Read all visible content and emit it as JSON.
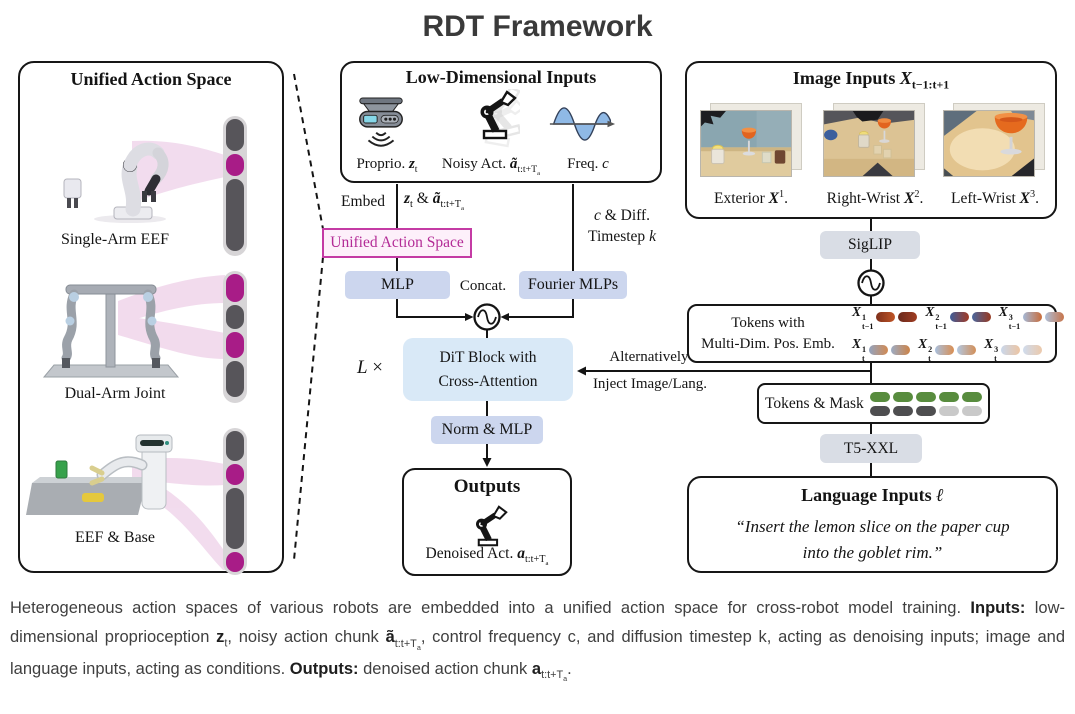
{
  "title": "RDT Framework",
  "colors": {
    "segment_dark": "#57555a",
    "segment_magenta": "#a81c87",
    "flow_pink": "#eac4e2",
    "unified_box_border": "#c43ba4",
    "mlp_box": "#ccd6ee",
    "dit_box": "#d9e9f7",
    "encoder_box": "#d9dde5",
    "mask_green": "#588c3e",
    "mask_dark": "#4e4e50",
    "mask_light": "#c9c9c9"
  },
  "icons": {
    "proprio": "dashcam-sensor-icon",
    "noisy_action": "noisy-robot-arm-icon",
    "frequency": "sine-wave-icon",
    "denoised_action": "robot-arm-icon",
    "concat_node": "sine-circle-icon",
    "pos_emb_node": "sine-circle-icon"
  },
  "left_panel": {
    "title": "Unified Action Space",
    "robots": [
      {
        "label": "Single-Arm EEF",
        "segments": [
          [
            "dark",
            32
          ],
          [
            "magenta",
            22
          ],
          [
            "dark",
            72
          ]
        ]
      },
      {
        "label": "Dual-Arm Joint",
        "segments": [
          [
            "magenta",
            28
          ],
          [
            "dark",
            24
          ],
          [
            "magenta",
            26
          ],
          [
            "dark",
            36
          ]
        ]
      },
      {
        "label": "EEF & Base",
        "segments": [
          [
            "dark",
            30
          ],
          [
            "magenta",
            21
          ],
          [
            "dark",
            61
          ],
          [
            "magenta",
            20
          ]
        ]
      }
    ]
  },
  "low_dim": {
    "title": "Low-Dimensional Inputs",
    "items": [
      {
        "icon": "dashcam-sensor-icon",
        "label_html": "Proprio. <b><i>z</i></b><sub>t</sub>"
      },
      {
        "icon": "noisy-robot-arm-icon",
        "label_html": "Noisy Act. <b><i>ã</i></b><sub>t:t+T<sub>a</sub></sub>"
      },
      {
        "icon": "sine-wave-icon",
        "label_html": "Freq. <i>c</i>"
      }
    ]
  },
  "mid": {
    "embed_label": "Embed",
    "zta_html": "<b><i>z</i></b><sub>t</sub> &amp; <b><i>ã</i></b><sub>t:t+T<sub>a</sub></sub>",
    "cdiff_html": "<i>c</i> &amp; Diff.<br>Timestep <i>k</i>",
    "uas_label": "Unified Action Space",
    "mlp": "MLP",
    "concat": "Concat.",
    "fourier": "Fourier MLPs",
    "dit_html": "DiT Block with<br>Cross-Attention",
    "lx_html": "<i>L</i> ×",
    "alt_line1": "Alternatively",
    "alt_line2": "Inject Image/Lang.",
    "norm": "Norm & MLP",
    "outputs_title": "Outputs",
    "denoised_html": "Denoised Act. <b><i>a</i></b><sub>t:t+T<sub>a</sub></sub>"
  },
  "images_panel": {
    "title_html": "Image Inputs <b><i>X</i></b><sub>t−1:t+1</sub>",
    "cameras": [
      {
        "label_html": "Exterior <b><i>X</i></b><sup>1</sup>.",
        "scene": "exterior"
      },
      {
        "label_html": "Right-Wrist <b><i>X</i></b><sup>2</sup>.",
        "scene": "right-wrist"
      },
      {
        "label_html": "Left-Wrist <b><i>X</i></b><sup>3</sup>.",
        "scene": "left-wrist"
      }
    ]
  },
  "right": {
    "siglip": "SigLIP",
    "tokens_label_html": "Tokens with<br>Multi-Dim. Pos. Emb.",
    "token_rows": [
      {
        "groups": [
          {
            "label_html": "<b><i>X</i></b><span class='ss'><span>1</span><span>t−1</span></span>",
            "pills": [
              [
                "#7e2f1b",
                "#c05526"
              ],
              [
                "#69291c",
                "#a03d22"
              ]
            ]
          },
          {
            "label_html": "<b><i>X</i></b><span class='ss'><span>2</span><span>t−1</span></span>",
            "pills": [
              [
                "#3f5d99",
                "#a23a24"
              ],
              [
                "#4a679f",
                "#98381f"
              ]
            ]
          },
          {
            "label_html": "<b><i>X</i></b><span class='ss'><span>3</span><span>t−1</span></span>",
            "pills": [
              [
                "#a4b8d6",
                "#c96c3a"
              ],
              [
                "#aec0da",
                "#c7744a"
              ]
            ]
          }
        ]
      },
      {
        "groups": [
          {
            "label_html": "<b><i>X</i></b><span class='ss'><span>1</span><span>t</span></span>",
            "pills": [
              [
                "#93a3bf",
                "#d28a52"
              ],
              [
                "#9cabc4",
                "#cd8347"
              ]
            ]
          },
          {
            "label_html": "<b><i>X</i></b><span class='ss'><span>2</span><span>t</span></span>",
            "pills": [
              [
                "#a9c0de",
                "#d98e52"
              ],
              [
                "#b2c7e1",
                "#d38f58"
              ]
            ]
          },
          {
            "label_html": "<b><i>X</i></b><span class='ss'><span>3</span><span>t</span></span>",
            "pills": [
              [
                "#c9d7eb",
                "#edc5a3"
              ],
              [
                "#cfdcee",
                "#ecc9ab"
              ]
            ]
          }
        ]
      }
    ],
    "mask_label": "Tokens & Mask",
    "mask_rows": [
      [
        "#588c3e",
        "#588c3e",
        "#588c3e",
        "#588c3e",
        "#588c3e"
      ],
      [
        "#4e4e50",
        "#4e4e50",
        "#4e4e50",
        "#c9c9c9",
        "#c9c9c9"
      ]
    ],
    "t5": "T5-XXL",
    "language_title_html": "Language Inputs <b><i>ℓ</i></b>",
    "quote_html": "“Insert the lemon slice on the paper cup<br>into the goblet rim.”"
  },
  "caption_html": "Heterogeneous action spaces of various robots are embedded into a unified action space for cross-robot model training. <b>Inputs:</b> low-dimensional proprioception <b>z</b><sub>t</sub>, noisy action chunk <b>ã</b><sub>t:t+T<sub>a</sub></sub>, control frequency c, and diffusion timestep k, acting as denoising inputs; image and language inputs, acting as conditions. <b>Outputs:</b> denoised action chunk <b>a</b><sub>t:t+T<sub>a</sub></sub>."
}
